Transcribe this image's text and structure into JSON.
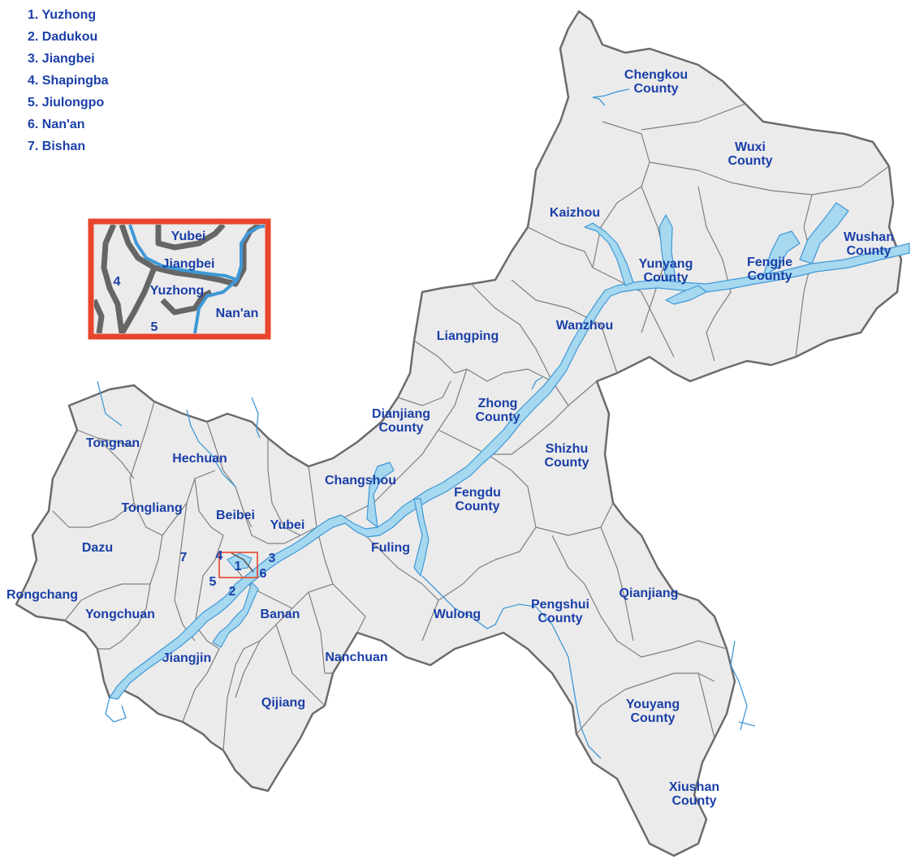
{
  "legend": [
    "1. Yuzhong",
    "2. Dadukou",
    "3. Jiangbei",
    "4. Shapingba",
    "5. Jiulongpo",
    "6. Nan'an",
    "7. Bishan"
  ],
  "inset": {
    "yubei": "Yubei",
    "jiangbei": "Jiangbei",
    "yuzhong": "Yuzhong",
    "nanan": "Nan'an",
    "num4": "4",
    "num5": "5"
  },
  "labels": {
    "chengkou_1": "Chengkou",
    "chengkou_2": "County",
    "wuxi_1": "Wuxi",
    "wuxi_2": "County",
    "kaizhou": "Kaizhou",
    "wushan_1": "Wushan",
    "wushan_2": "County",
    "yunyang_1": "Yunyang",
    "yunyang_2": "County",
    "fengjie_1": "Fengjie",
    "fengjie_2": "County",
    "wanzhou": "Wanzhou",
    "liangping": "Liangping",
    "dianjiang_1": "Dianjiang",
    "dianjiang_2": "County",
    "zhong_1": "Zhong",
    "zhong_2": "County",
    "shizhu_1": "Shizhu",
    "shizhu_2": "County",
    "tongnan": "Tongnan",
    "hechuan": "Hechuan",
    "changshou": "Changshou",
    "fengdu_1": "Fengdu",
    "fengdu_2": "County",
    "tongliang": "Tongliang",
    "beibei": "Beibei",
    "yubei": "Yubei",
    "dazu": "Dazu",
    "fuling": "Fuling",
    "rongchang": "Rongchang",
    "yongchuan": "Yongchuan",
    "banan": "Banan",
    "wulong": "Wulong",
    "pengshui_1": "Pengshui",
    "pengshui_2": "County",
    "qianjiang": "Qianjiang",
    "jiangjin": "Jiangjin",
    "nanchuan": "Nanchuan",
    "qijiang": "Qijiang",
    "youyang_1": "Youyang",
    "youyang_2": "County",
    "xiushan_1": "Xiushan",
    "xiushan_2": "County",
    "n1": "1",
    "n2": "2",
    "n3": "3",
    "n4": "4",
    "n5": "5",
    "n6": "6",
    "n7": "7"
  },
  "colors": {
    "land": "#ebebeb",
    "border": "#6b6b6b",
    "internal_border": "#7f7f7f",
    "river_fill": "#a6d8f0",
    "river_stroke": "#3f98d6",
    "label": "#1a3fa8",
    "inset_frame": "#e8452c"
  }
}
